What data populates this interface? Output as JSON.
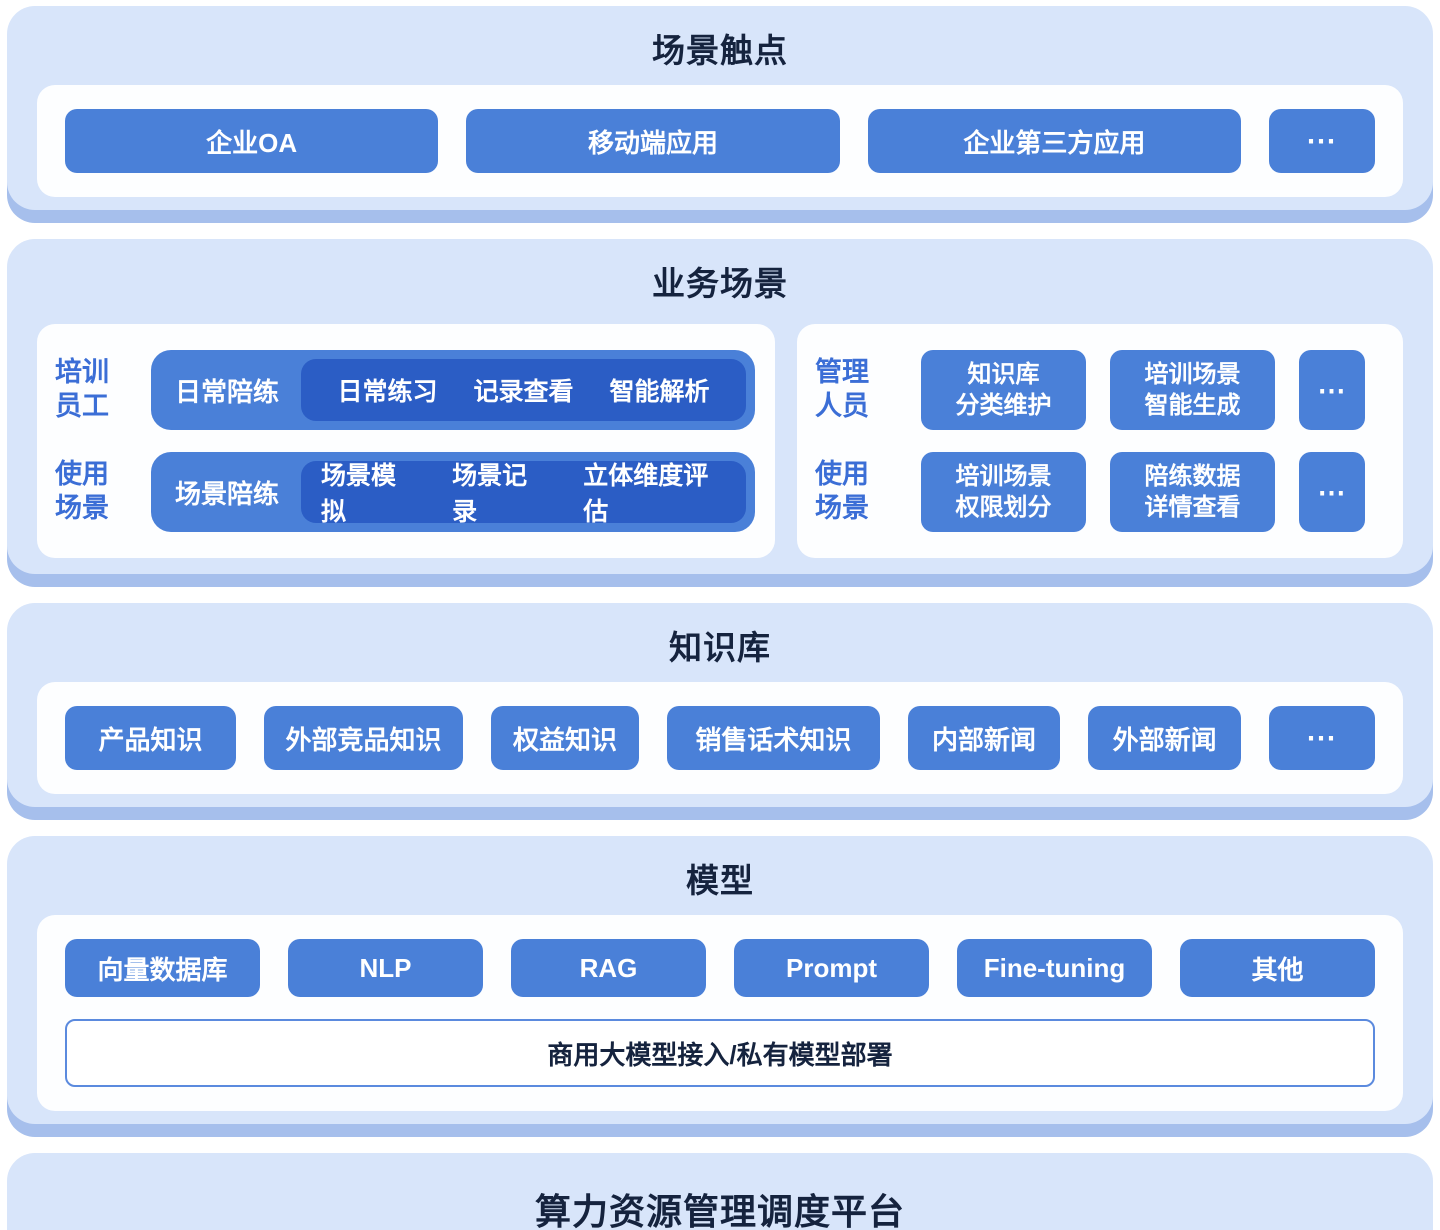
{
  "colors": {
    "panel_bg": "#d8e5fa",
    "panel_edge": "#a6bfec",
    "card_bg": "#fdfeff",
    "button_bg": "#4a80d8",
    "pill_dark": "#2b5dc5",
    "title_text": "#15233e",
    "label_text": "#3b6ed6"
  },
  "touchpoints": {
    "title": "场景触点",
    "items": [
      "企业OA",
      "移动端应用",
      "企业第三方应用"
    ],
    "more": "⋯"
  },
  "business": {
    "title": "业务场景",
    "left": {
      "rows": [
        {
          "label": "培训\n员工",
          "pill_label": "日常陪练",
          "items": [
            "日常练习",
            "记录查看",
            "智能解析"
          ]
        },
        {
          "label": "使用\n场景",
          "pill_label": "场景陪练",
          "items": [
            "场景模拟",
            "场景记录",
            "立体维度评估"
          ]
        }
      ]
    },
    "right": {
      "rows": [
        {
          "label": "管理\n人员",
          "buttons": [
            "知识库\n分类维护",
            "培训场景\n智能生成"
          ],
          "more": "⋯"
        },
        {
          "label": "使用\n场景",
          "buttons": [
            "培训场景\n权限划分",
            "陪练数据\n详情查看"
          ],
          "more": "⋯"
        }
      ]
    }
  },
  "knowledge": {
    "title": "知识库",
    "items": [
      "产品知识",
      "外部竞品知识",
      "权益知识",
      "销售话术知识",
      "内部新闻",
      "外部新闻"
    ],
    "more": "⋯"
  },
  "model": {
    "title": "模型",
    "items": [
      "向量数据库",
      "NLP",
      "RAG",
      "Prompt",
      "Fine-tuning",
      "其他"
    ],
    "bar": "商用大模型接入/私有模型部署"
  },
  "platform": {
    "title": "算力资源管理调度平台"
  }
}
